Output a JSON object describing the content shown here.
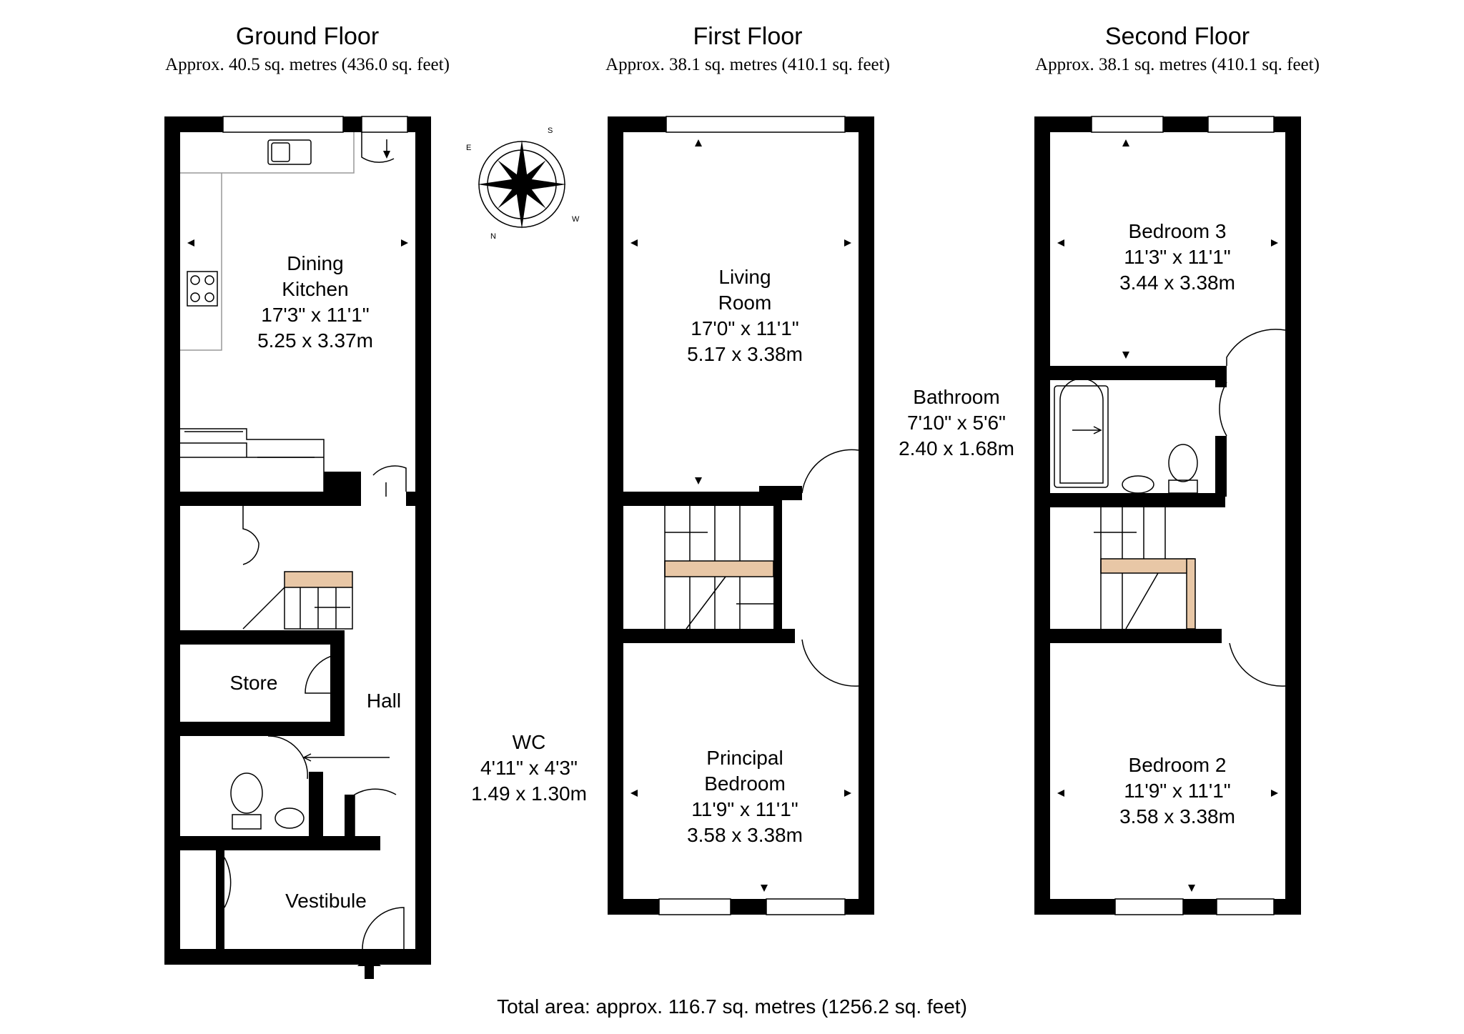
{
  "floors": [
    {
      "title": "Ground Floor",
      "area": "Approx. 40.5 sq. metres (436.0 sq. feet)"
    },
    {
      "title": "First Floor",
      "area": "Approx. 38.1 sq. metres (410.1 sq. feet)"
    },
    {
      "title": "Second Floor",
      "area": "Approx. 38.1 sq. metres (410.1 sq. feet)"
    }
  ],
  "rooms": {
    "dining_kitchen": {
      "name1": "Dining",
      "name2": "Kitchen",
      "imperial": "17'3\" x 11'1\"",
      "metric": "5.25 x 3.37m"
    },
    "store": {
      "name": "Store"
    },
    "hall": {
      "name": "Hall"
    },
    "wc": {
      "name": "WC",
      "imperial": "4'11\" x 4'3\"",
      "metric": "1.49 x 1.30m"
    },
    "vestibule": {
      "name": "Vestibule"
    },
    "living_room": {
      "name1": "Living",
      "name2": "Room",
      "imperial": "17'0\" x 11'1\"",
      "metric": "5.17 x 3.38m"
    },
    "principal_bedroom": {
      "name1": "Principal",
      "name2": "Bedroom",
      "imperial": "11'9\" x 11'1\"",
      "metric": "3.58 x 3.38m"
    },
    "bathroom": {
      "name": "Bathroom",
      "imperial": "7'10\" x 5'6\"",
      "metric": "2.40 x 1.68m"
    },
    "bedroom3": {
      "name": "Bedroom 3",
      "imperial": "11'3\" x 11'1\"",
      "metric": "3.44 x 3.38m"
    },
    "bedroom2": {
      "name": "Bedroom 2",
      "imperial": "11'9\" x 11'1\"",
      "metric": "3.58 x 3.38m"
    }
  },
  "compass_letters": [
    "E",
    "S",
    "W",
    "N"
  ],
  "total_area": "Total area: approx. 116.7 sq. metres (1256.2 sq. feet)"
}
